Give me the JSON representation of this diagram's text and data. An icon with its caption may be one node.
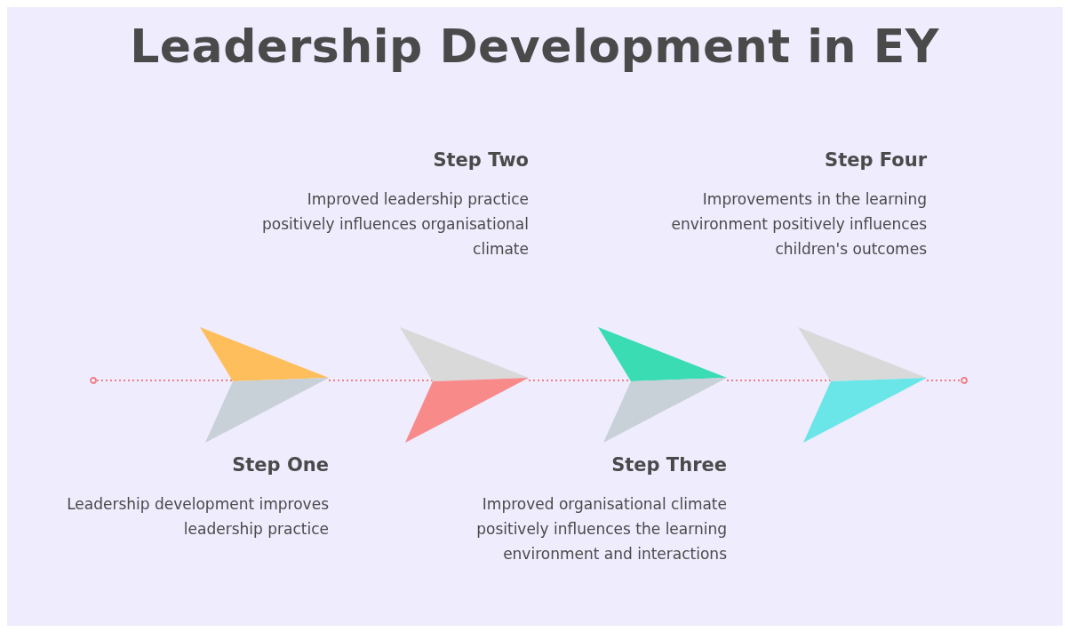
{
  "diagram": {
    "title": "Leadership Development in EY",
    "nodes": [
      {
        "text": [],
        "shape": "circle"
      },
      {
        "text": [],
        "shape": "arrow",
        "beside": [
          "Step One",
          "Leadership development improves leadership practice"
        ]
      },
      {
        "text": [],
        "shape": "arrow",
        "beside": [
          "Step Two",
          "Improved leadership practice positively influences organisational climate"
        ]
      },
      {
        "text": [],
        "shape": "arrow",
        "beside": [
          "Step Three",
          "Improved organisational climate positively influences the learning environment and interactions"
        ]
      },
      {
        "text": [],
        "shape": "arrow",
        "beside": [
          "Step Four",
          "Improvements in the learning environment positively influences children's outcomes"
        ]
      },
      {
        "text": [],
        "shape": "circle"
      }
    ],
    "edges": [
      {
        "from": 0,
        "to": 1,
        "arrow": "none",
        "style": "dashed"
      },
      {
        "from": 1,
        "to": 2,
        "arrow": "none",
        "style": "dashed"
      },
      {
        "from": 2,
        "to": 3,
        "arrow": "none",
        "style": "dashed"
      },
      {
        "from": 3,
        "to": 4,
        "arrow": "none",
        "style": "dashed"
      },
      {
        "from": 4,
        "to": 5,
        "arrow": "none",
        "style": "dashed"
      }
    ]
  }
}
